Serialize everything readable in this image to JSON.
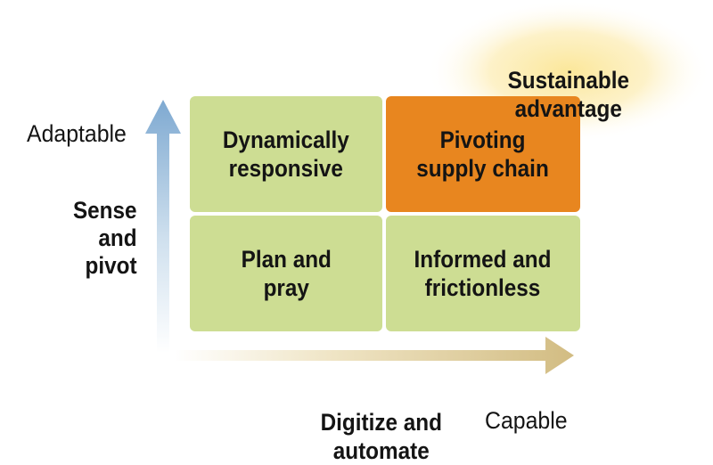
{
  "quadrants": {
    "top_left": "Dynamically\nresponsive",
    "top_right": "Pivoting\nsupply chain",
    "bottom_left": "Plan and\npray",
    "bottom_right": "Informed and\nfrictionless"
  },
  "y_axis": {
    "end_label": "Adaptable",
    "title": "Sense\nand\npivot"
  },
  "x_axis": {
    "title": "Digitize and\nautomate",
    "end_label": "Capable"
  },
  "highlight": {
    "label": "Sustainable\nadvantage"
  },
  "colors": {
    "quadrant_green": "#cddd93",
    "quadrant_orange": "#e8861f",
    "y_arrow": "#8fb6d8",
    "x_arrow": "#d6c08a",
    "glow": "#fbeaa0"
  }
}
